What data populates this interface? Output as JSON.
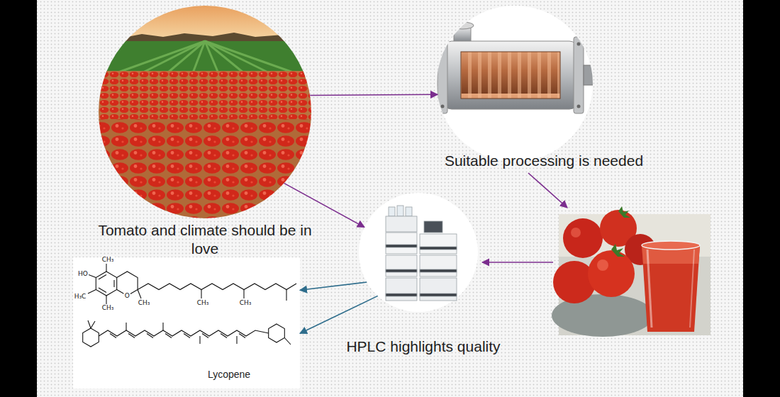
{
  "diagram": {
    "nodes": [
      {
        "text": [
          "Tomato and climate should be in love"
        ]
      },
      {
        "text": [
          "Suitable processing is needed"
        ]
      },
      {
        "text": [
          "HPLC highlights quality"
        ]
      },
      {
        "text": [
          "Lycopene"
        ]
      }
    ],
    "edges": [
      {
        "from": 0,
        "to": 1,
        "arrow": "to"
      },
      {
        "from": 0,
        "to": 2,
        "arrow": "to"
      },
      {
        "from": 2,
        "to": 3,
        "arrow": "to"
      },
      {
        "from": 2,
        "to": 3,
        "arrow": "to"
      }
    ],
    "labels": [
      "HO",
      "CH₃",
      "H₃C",
      "CH₃",
      "O",
      "CH₃",
      "CH₃",
      "CH₃"
    ]
  }
}
